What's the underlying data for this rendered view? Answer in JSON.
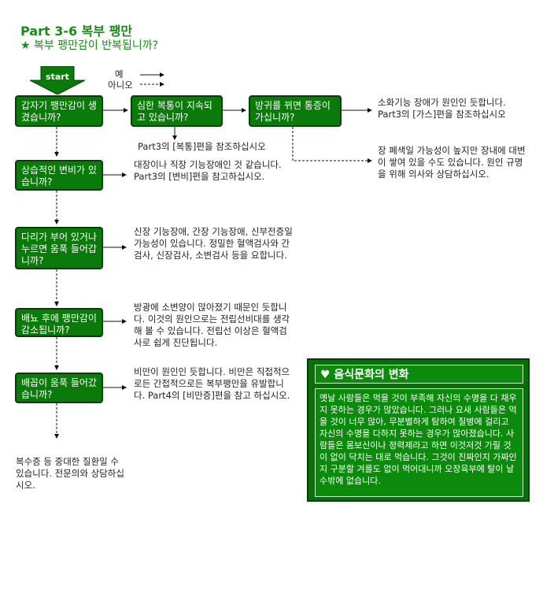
{
  "header": {
    "title": "Part 3-6 복부 팽만",
    "subtitle": "★ 복부 팽만감이 반복됩니까?"
  },
  "legend": {
    "yes": "예",
    "no": "아니오"
  },
  "start_label": "start",
  "questions": [
    "갑자기 팽만감이 생겼습니까?",
    "심한 복통이 지속되고 있습니까?",
    "방귀를 뀌면 통증이 가십니까?",
    "상습적인 변비가 있습니까?",
    "다리가 부어 있거나 누르면 움푹 들어갑니까?",
    "배뇨 후에 팽만감이 감소됩니까?",
    "배꼽이 움푹 들어갔습니까?"
  ],
  "answers": {
    "digestive": "소화기능 장애가 원인인 듯합니다. Part3의 [가스]편을 참조하십시오",
    "colon": "장 폐색일 가능성이 높지만 장내에 대변이 쌓여 있을 수도 있습니다. 원인 규명을 위해 의사와 상담하십시오.",
    "abdominal_pain": "Part3의 [복통]편을 참조하십시오",
    "constipation": "대장이나 직장 기능장애인 것 같습니다. Part3의 [변비]편을 참고하십시오.",
    "edema": "신장 기능장애, 간장 기능장애, 신부전증일 가능성이 있습니다. 정밀한 혈액검사와 간검사, 신장검사, 소변검사 등을 요합니다.",
    "bladder": "방광에 소변양이 많아졌기 때문인 듯합니다. 이것의 원인으로는 전립선비대를 생각해 볼 수 있습니다. 전립선 이상은 혈액검사로 쉽게 진단됩니다.",
    "obesity": "비만이 원인인 듯합니다. 비만은 직접적으로든 간접적으로든 복부팽만을 유발합니다. Part4의 [비만증]편을 참고 하십시오.",
    "serious": "복수증 등 중대한 질환일 수 있습니다. 전문의와 상담하십시오."
  },
  "panel": {
    "title": "♥ 음식문화의 변화",
    "body": "옛날 사람들은 먹을 것이 부족해 자신의 수명을 다 채우지 못하는 경우가 많았습니다. 그러나 요새 사람들은 먹을 것이 너무 많아, 무분별하게 탐하여 질병에 걸리고 자신의 수명을 다하지 못하는 경우가 많아졌습니다. 사람들은 몸보신이나 정력제라고 하면 이것저것 가릴 것이 없이 닥치는 대로 먹습니다. 그것이 진짜인지 가짜인지 구분할 겨를도 없이 먹어대니까 오장육부에 탈이 날 수밖에 없습니다."
  },
  "colors": {
    "box": "#0a7a0a",
    "border": "#063f06",
    "title": "#1a8a1a"
  }
}
